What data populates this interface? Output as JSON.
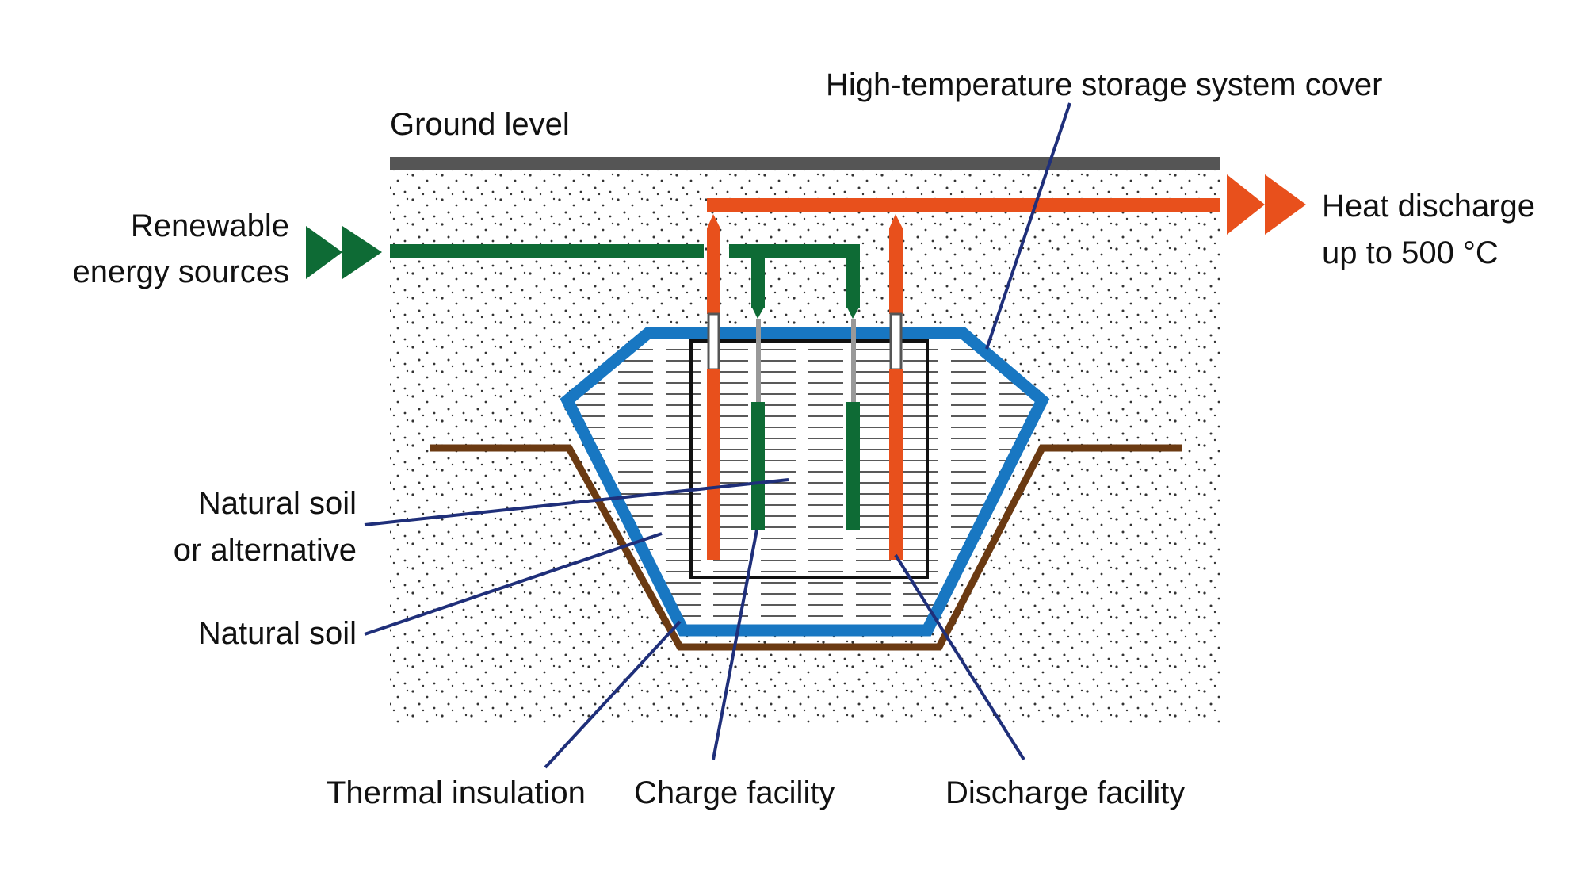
{
  "labels": {
    "ground_level": "Ground level",
    "cover": "High-temperature storage system cover",
    "renewable_line1": "Renewable",
    "renewable_line2": "energy sources",
    "heat_discharge_line1": "Heat discharge",
    "heat_discharge_line2": "up to 500 °C",
    "natural_soil_alt_line1": "Natural soil",
    "natural_soil_alt_line2": "or alternative",
    "natural_soil": "Natural soil",
    "thermal_insulation": "Thermal insulation",
    "charge_facility": "Charge facility",
    "discharge_facility": "Discharge facility"
  },
  "colors": {
    "ground": "#555555",
    "charge_green": "#0e6b35",
    "discharge_orange": "#e8501c",
    "insulation_blue": "#1877c2",
    "natural_soil_brown": "#6b3a12",
    "leader_navy": "#1f2f7a",
    "stipple": "#222222"
  }
}
